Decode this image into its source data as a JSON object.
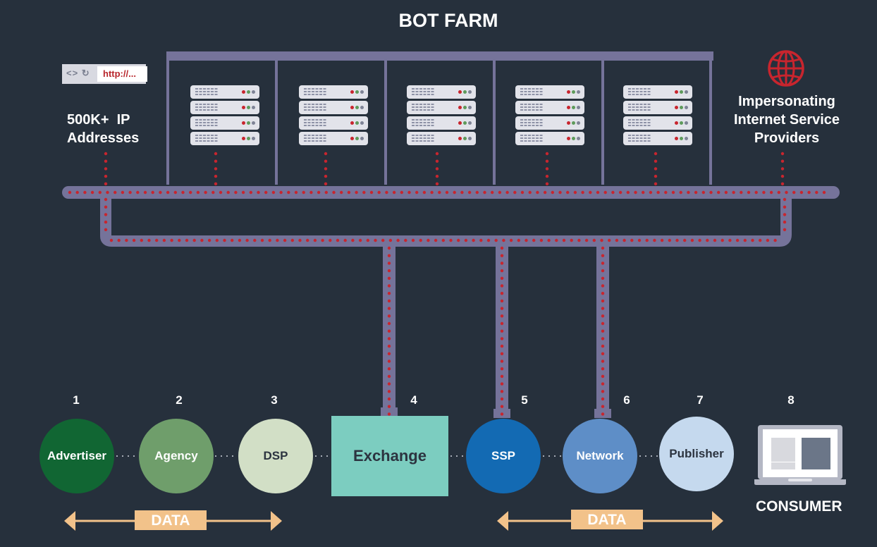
{
  "title": "BOT FARM",
  "browser": {
    "nav_icons": "<> ↻",
    "url": "http://..."
  },
  "ip_label": [
    "500K+  IP",
    "Addresses"
  ],
  "isp_label": [
    "Impersonating",
    "Internet Service",
    "Providers"
  ],
  "icons": {
    "browser": "browser-bar-icon",
    "globe": "globe-icon",
    "server": "server-rack-icon",
    "laptop": "laptop-icon"
  },
  "server_count": 5,
  "server_units_per_rack": 4,
  "led_colors": [
    "#c8252e",
    "#5e9a5b",
    "#7e8396"
  ],
  "chain": [
    {
      "num": "1",
      "label": "Advertiser",
      "fill": "#116633",
      "text": "#ffffff"
    },
    {
      "num": "2",
      "label": "Agency",
      "fill": "#6f9e6b",
      "text": "#ffffff"
    },
    {
      "num": "3",
      "label": "DSP",
      "fill": "#d2dfc6",
      "text": "#2c3440"
    },
    {
      "num": "4",
      "label": "Exchange",
      "fill": "#7ccdc0",
      "text": "#2c3440"
    },
    {
      "num": "5",
      "label": "SSP",
      "fill": "#136ab3",
      "text": "#ffffff"
    },
    {
      "num": "6",
      "label": "Network",
      "fill": "#5e8ec7",
      "text": "#ffffff"
    },
    {
      "num": "7",
      "label": "Publisher",
      "fill": "#c5d9ee",
      "text": "#2c3440"
    },
    {
      "num": "8",
      "label": "CONSUMER"
    }
  ],
  "data_arrows": [
    {
      "label": "DATA"
    },
    {
      "label": "DATA"
    }
  ],
  "colors": {
    "background": "#26303c",
    "pipe": "#75739a",
    "dot": "#c8252e",
    "data": "#f2c28a",
    "globe": "#c8252e"
  }
}
